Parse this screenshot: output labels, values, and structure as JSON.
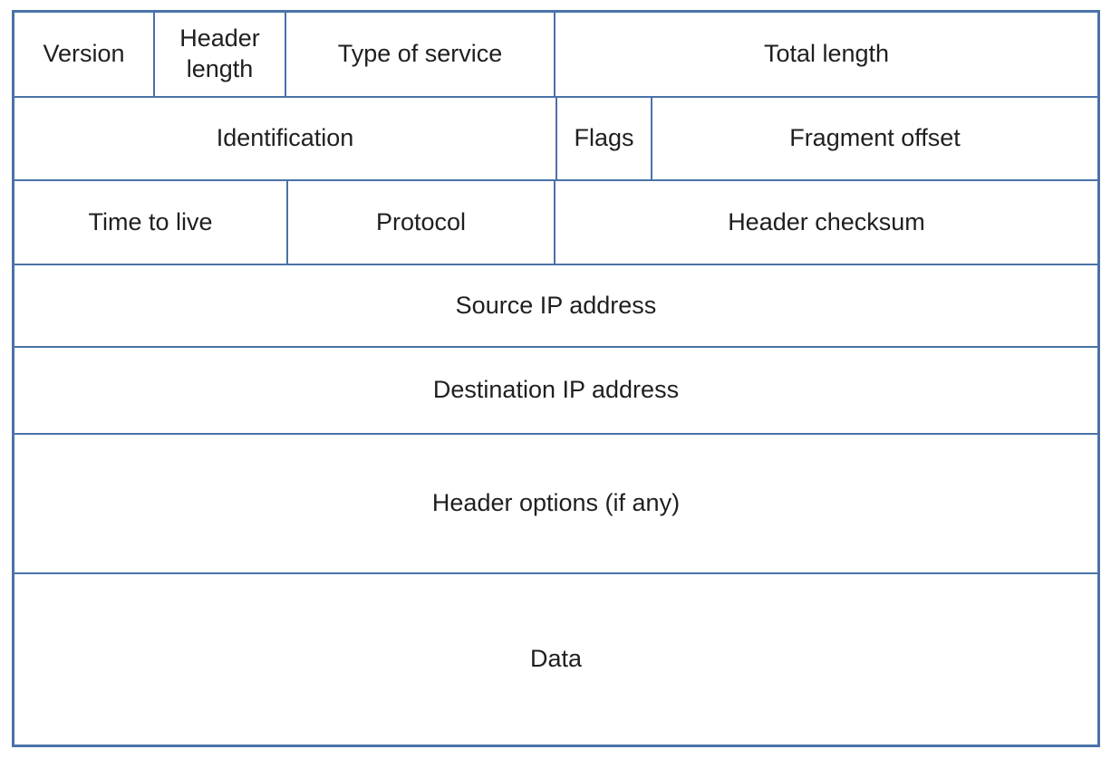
{
  "diagram": {
    "type": "ipv4-header-structure-table",
    "colors": {
      "border": "#4a72a8",
      "text": "#1f1f1f",
      "background": "#ffffff"
    },
    "rows": [
      {
        "cells": [
          {
            "label": "Version"
          },
          {
            "label": "Header length"
          },
          {
            "label": "Type of service"
          },
          {
            "label": "Total length"
          }
        ]
      },
      {
        "cells": [
          {
            "label": "Identification"
          },
          {
            "label": "Flags"
          },
          {
            "label": "Fragment offset"
          }
        ]
      },
      {
        "cells": [
          {
            "label": "Time to live"
          },
          {
            "label": "Protocol"
          },
          {
            "label": "Header checksum"
          }
        ]
      },
      {
        "cells": [
          {
            "label": "Source IP address"
          }
        ]
      },
      {
        "cells": [
          {
            "label": "Destination IP address"
          }
        ]
      },
      {
        "cells": [
          {
            "label": "Header options (if any)"
          }
        ]
      },
      {
        "cells": [
          {
            "label": "Data"
          }
        ]
      }
    ]
  }
}
